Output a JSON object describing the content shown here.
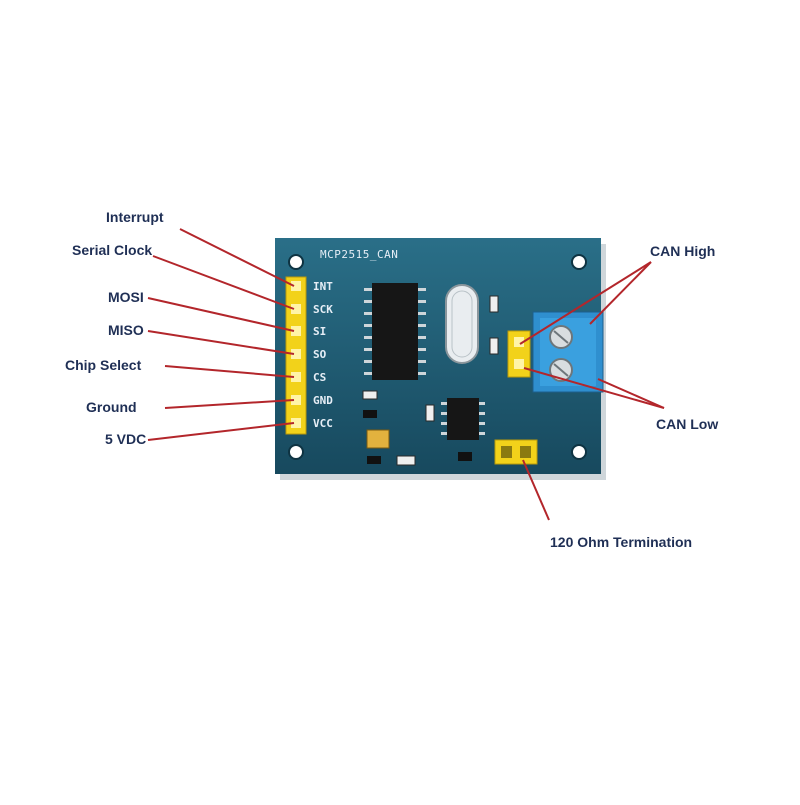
{
  "board": {
    "title": "MCP2515_CAN",
    "pins": [
      "INT",
      "SCK",
      "SI",
      "SO",
      "CS",
      "GND",
      "VCC"
    ]
  },
  "callouts": {
    "interrupt": "Interrupt",
    "serial_clock": "Serial Clock",
    "mosi": "MOSI",
    "miso": "MISO",
    "chip_select": "Chip Select",
    "ground": "Ground",
    "vdc": "5 VDC",
    "can_high": "CAN High",
    "can_low": "CAN Low",
    "termination": "120 Ohm Termination"
  },
  "colors": {
    "board": "#1e5b73",
    "header": "#f2d21a",
    "leader": "#b3262b",
    "label": "#1f2f55",
    "terminal": "#2f8fcf"
  }
}
